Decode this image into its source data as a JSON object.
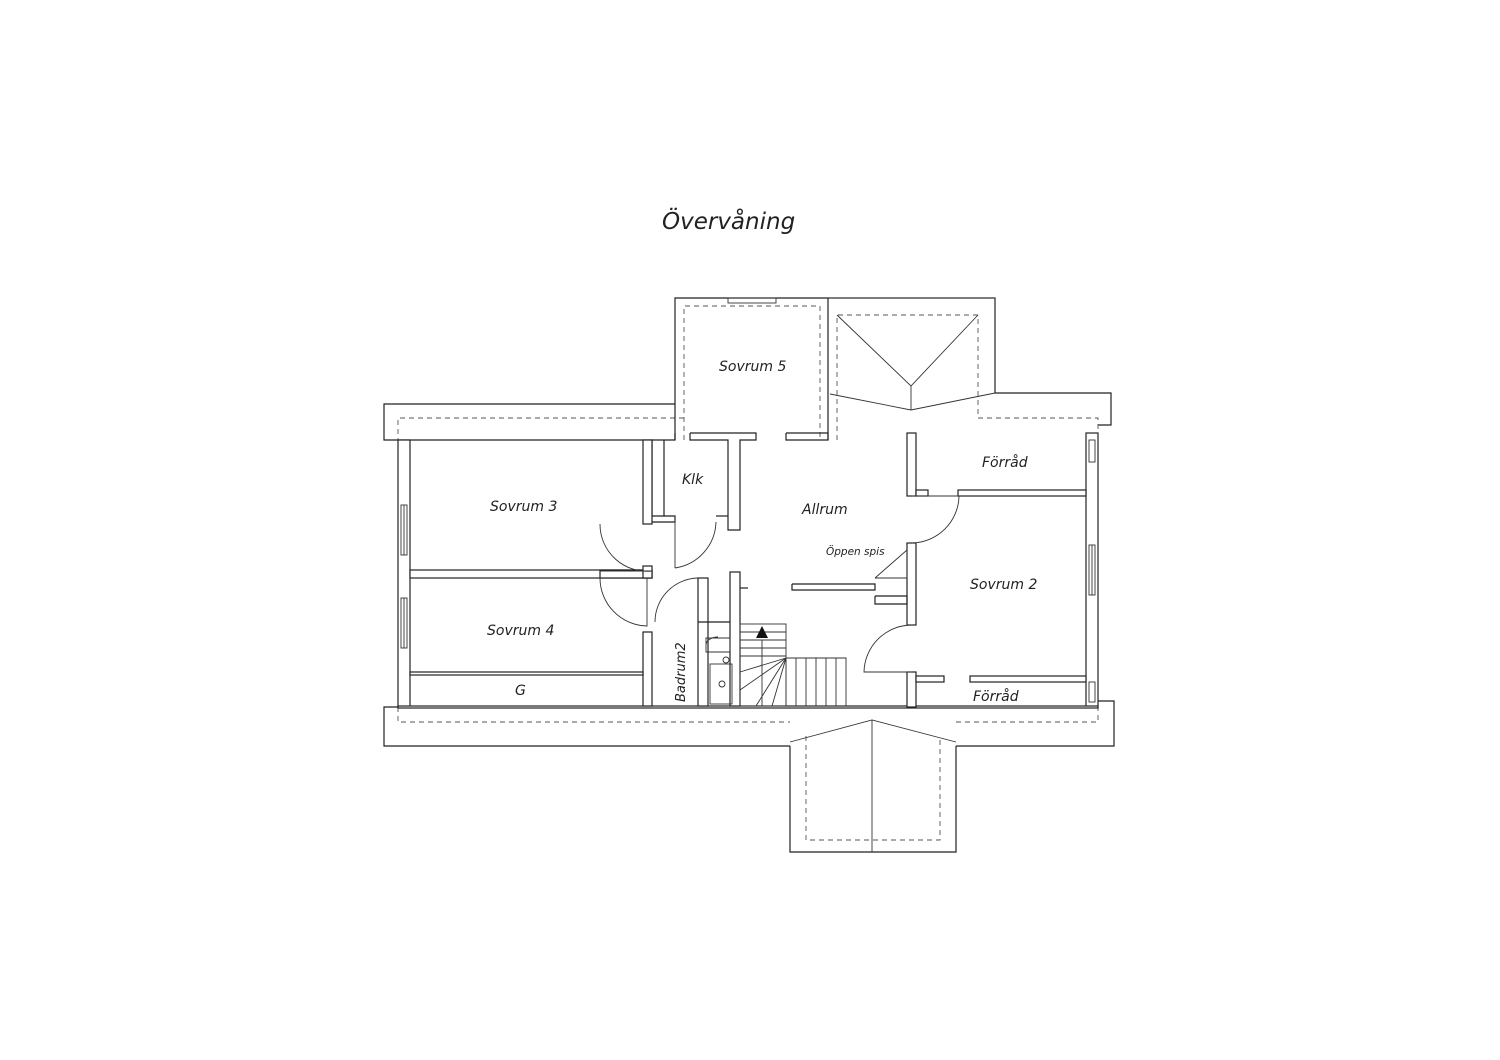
{
  "title": "Övervåning",
  "rooms": {
    "sovrum5": "Sovrum 5",
    "sovrum3": "Sovrum 3",
    "sovrum4": "Sovrum 4",
    "sovrum2": "Sovrum 2",
    "klk": "Klk",
    "allrum": "Allrum",
    "oppen_spis": "Öppen spis",
    "forrad_top": "Förråd",
    "forrad_bottom": "Förråd",
    "badrum2": "Badrum2",
    "g": "G"
  }
}
